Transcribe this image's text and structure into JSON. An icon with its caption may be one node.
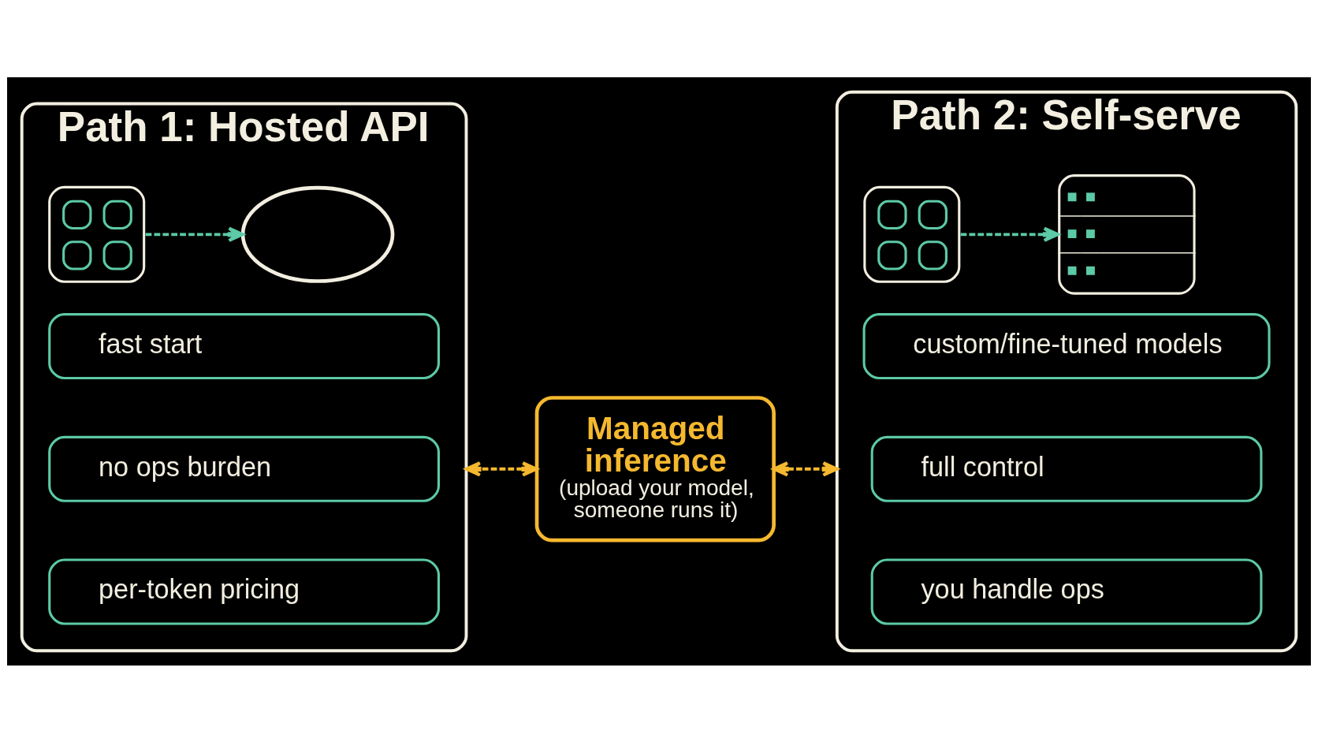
{
  "diagram": {
    "nodes": [
      {
        "text": [
          "Path 1: Hosted API"
        ]
      },
      {
        "text": [],
        "shape": "picture",
        "in": 0
      },
      {
        "text": [],
        "shape": "cloud",
        "in": 0
      },
      {
        "text": [
          "fast start"
        ],
        "in": 0
      },
      {
        "text": [
          "no ops burden"
        ],
        "in": 0
      },
      {
        "text": [
          "per-token pricing"
        ],
        "in": 0
      },
      {
        "text": [
          "Managed inference",
          "(upload your model, someone runs it)"
        ]
      },
      {
        "text": [
          "Path 2: Self-serve"
        ]
      },
      {
        "text": [],
        "shape": "picture",
        "in": 7
      },
      {
        "text": [],
        "shape": "picture",
        "in": 7
      },
      {
        "text": [
          "custom/fine-tuned models"
        ],
        "in": 7
      },
      {
        "text": [
          "full control"
        ],
        "in": 7
      },
      {
        "text": [
          "you handle ops"
        ],
        "in": 7
      }
    ],
    "edges": [
      {
        "from": 1,
        "to": 2,
        "arrow": "to",
        "style": "dashed",
        "color": "#5cc9a7"
      },
      {
        "from": 6,
        "to": 0,
        "arrow": "both",
        "style": "dashed",
        "color": "#f5b82e"
      },
      {
        "from": 6,
        "to": 7,
        "arrow": "both",
        "style": "dashed",
        "color": "#f5b82e"
      },
      {
        "from": 8,
        "to": 9,
        "arrow": "to",
        "style": "dashed",
        "color": "#5cc9a7"
      }
    ]
  }
}
